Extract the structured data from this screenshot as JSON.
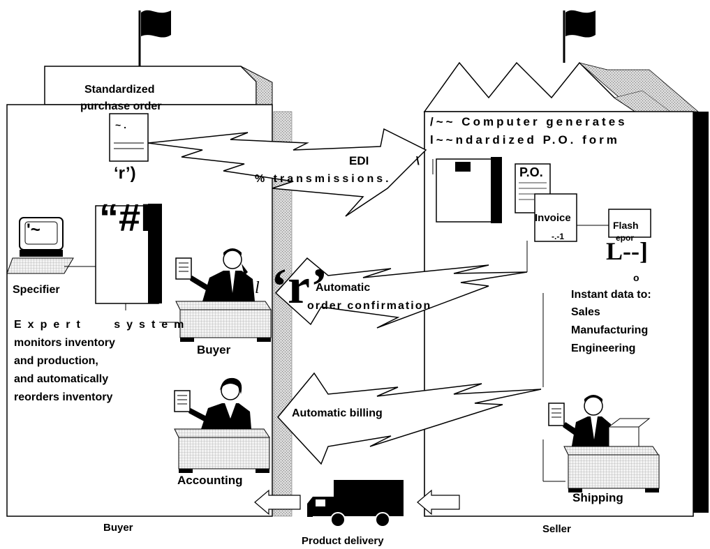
{
  "labels": {
    "standardized_po_line1": "Standardized",
    "standardized_po_line2": "purchase order",
    "computer_generates_line1": "/~~ Computer generates",
    "computer_generates_line2": "l~~ndardized P.O. form",
    "edi": "EDI",
    "edi_slash": "\\",
    "transmissions": "% transmissions.",
    "po": "P.O.",
    "invoice": "Invoice",
    "invoice_sub": "-.-1",
    "flash_report_line1": "Flash",
    "flash_report_line2": "epor",
    "flash_symbol": "L--]",
    "flash_o": "o",
    "instant_data_line1": "Instant data to:",
    "instant_data_line2": "Sales",
    "instant_data_line3": "Manufacturing",
    "instant_data_line4": "Engineering",
    "specifier": "Specifier",
    "monitor_glyph": "'~",
    "expert_line1": "Expert system",
    "expert_line2": "monitors inventory",
    "expert_line3": "and production,",
    "expert_line4": "and automatically",
    "expert_line5": "reorders inventory",
    "hash_artifact": "“#I",
    "r_small": "‘r’)",
    "r_large": "‘r’",
    "ital_one": "l",
    "automatic_order_line1": "Automatic",
    "automatic_order_line2": "order confirmation",
    "buyer_desk": "Buyer",
    "automatic_billing": "Automatic billing",
    "accounting": "Accounting",
    "shipping": "Shipping",
    "buyer_caption": "Buyer",
    "seller_caption": "Seller",
    "product_delivery": "Product delivery",
    "po_doc_glyph": "~ ."
  }
}
